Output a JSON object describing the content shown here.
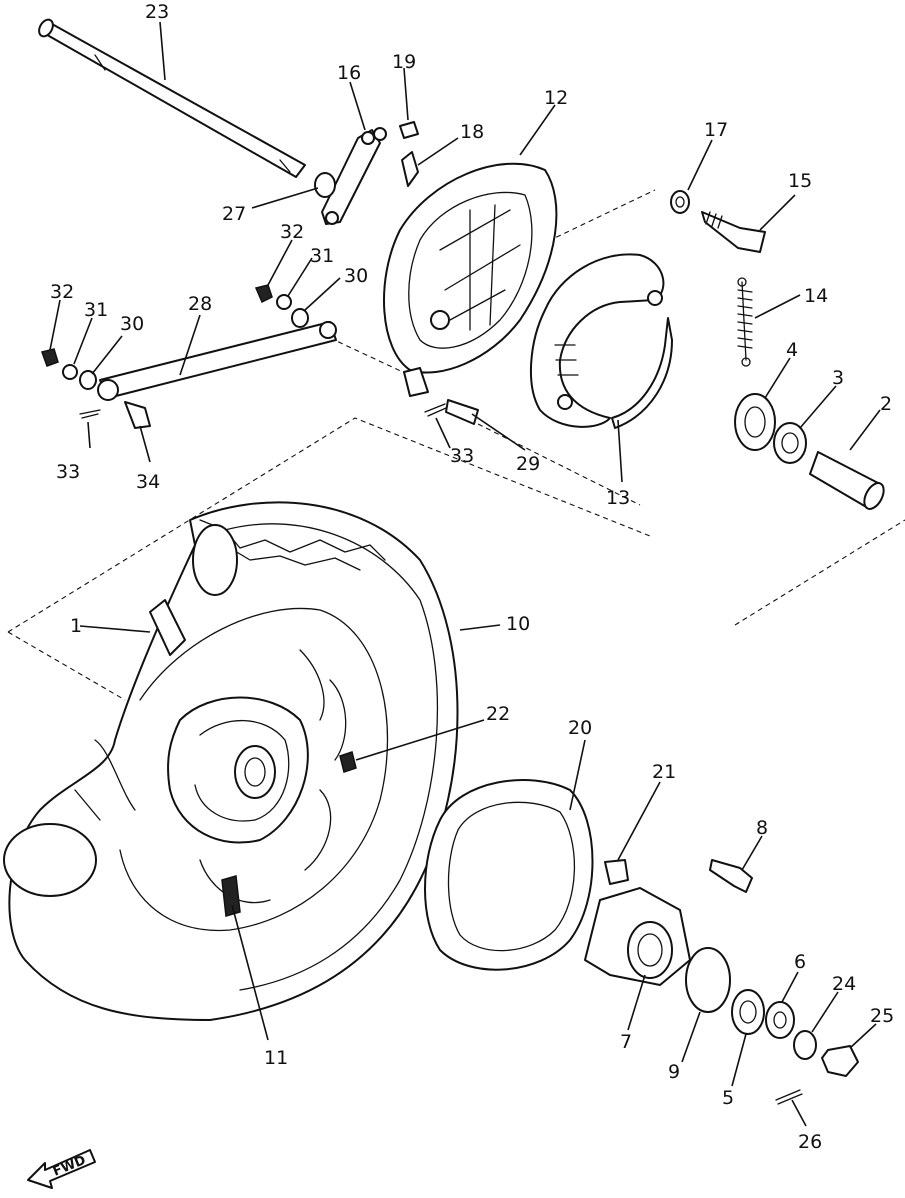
{
  "callouts": {
    "p1": "1",
    "p2": "2",
    "p3": "3",
    "p4": "4",
    "p5": "5",
    "p6": "6",
    "p7": "7",
    "p8": "8",
    "p9": "9",
    "p10": "10",
    "p11": "11",
    "p12": "12",
    "p13": "13",
    "p14": "14",
    "p15": "15",
    "p16": "16",
    "p17": "17",
    "p18": "18",
    "p19": "19",
    "p20": "20",
    "p21": "21",
    "p22": "22",
    "p23": "23",
    "p24": "24",
    "p25": "25",
    "p26": "26",
    "p27": "27",
    "p28": "28",
    "p29": "29",
    "p30a": "30",
    "p30b": "30",
    "p31a": "31",
    "p31b": "31",
    "p32a": "32",
    "p32b": "32",
    "p33a": "33",
    "p33b": "33",
    "p34": "34"
  },
  "fwd_label": "FWD"
}
